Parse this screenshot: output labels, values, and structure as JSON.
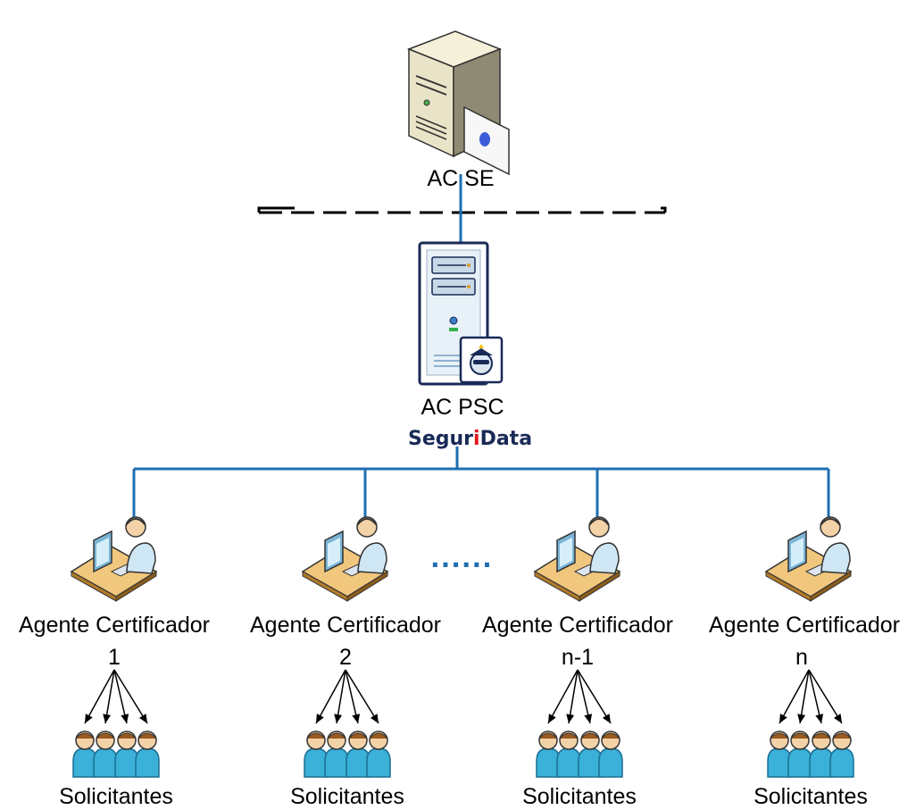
{
  "root": {
    "label": "AC SE"
  },
  "middle": {
    "label": "AC PSC",
    "brand_part1": "Segur",
    "brand_part2": "i",
    "brand_part3": "Data",
    "brand_color": "#1a2a57",
    "brand_accent": "#e3161f"
  },
  "ellipsis": "......",
  "agents": [
    {
      "title": "Agente Certificador",
      "number": "1",
      "group_label": "Solicitantes"
    },
    {
      "title": "Agente Certificador",
      "number": "2",
      "group_label": "Solicitantes"
    },
    {
      "title": "Agente Certificador",
      "number": "n-1",
      "group_label": "Solicitantes"
    },
    {
      "title": "Agente Certificador",
      "number": "n",
      "group_label": "Solicitantes"
    }
  ],
  "colors": {
    "connector": "#1f6fb2",
    "person": "#3bb0d8",
    "person_dark": "#1a6f92"
  }
}
